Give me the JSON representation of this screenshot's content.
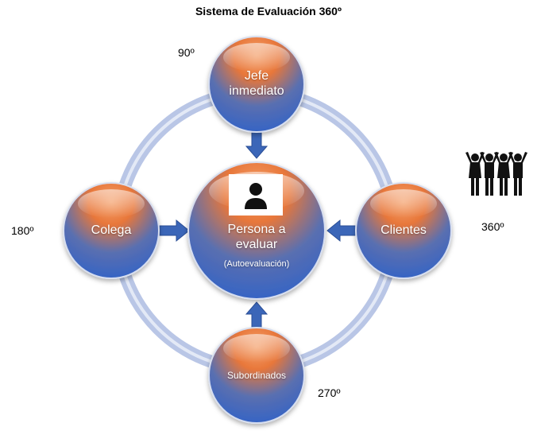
{
  "title": "Sistema de Evaluación 360º",
  "degrees": {
    "d90": "90º",
    "d180": "180º",
    "d270": "270º",
    "d360": "360º"
  },
  "nodes": {
    "jefe": "Jefe\ninmediato",
    "colega": "Colega",
    "clientes": "Clientes",
    "subordinados": "Subordinados",
    "center": "Persona a\nevaluar",
    "center_sub": "(Autoevaluación)"
  },
  "icons": {
    "center": "person-icon",
    "group": "people-group-icon"
  },
  "colors": {
    "sphere_top": "#E8773A",
    "sphere_bottom": "#2F62C8",
    "ring": "#B9C6E6",
    "arrow": "#3B66B8"
  }
}
